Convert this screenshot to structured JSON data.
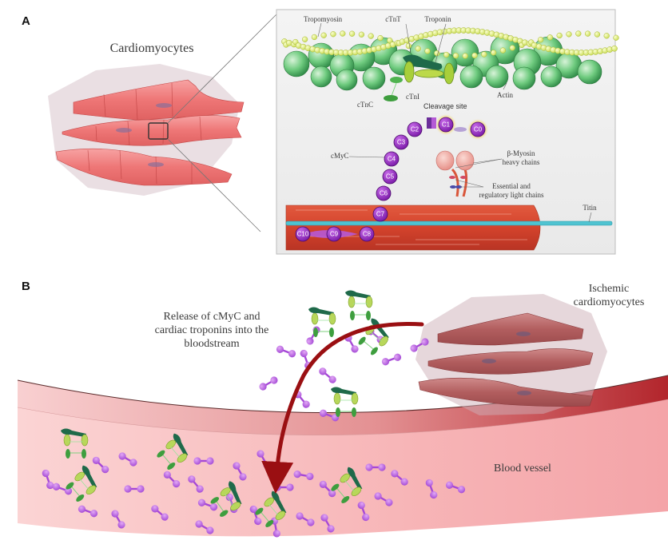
{
  "panel_a": {
    "letter": "A",
    "cell_title": "Cardiomyocytes",
    "labels": {
      "tropomyosin": "Tropomyosin",
      "ctnt": "cTnT",
      "troponin": "Troponin",
      "ctni": "cTnI",
      "ctnc": "cTnC",
      "actin": "Actin",
      "cleavage_site": "Cleavage site",
      "cmyc": "cMyC",
      "myosin_heavy": [
        "β-Myosin",
        "heavy chains"
      ],
      "light_chains": [
        "Essential and",
        "regulatory light chains"
      ],
      "titin": "Titin"
    },
    "mybpc_domains": [
      "C0",
      "C1",
      "C2",
      "C3",
      "C4",
      "C5",
      "C6",
      "C7",
      "C8",
      "C9",
      "C10"
    ],
    "colors": {
      "actin": "#5fbf72",
      "tropomyosin": "#e6f58a",
      "troponin_dark": "#1f6a4a",
      "troponin_light": "#a8cf3a",
      "mybpc": "#9b2fc9",
      "thick_filament": "#d9482f",
      "titin": "#4fc3d1",
      "myosin_head": "#f2a9a0"
    }
  },
  "panel_b": {
    "letter": "B",
    "release_text": [
      "Release of cMyC and",
      "cardiac troponins into the",
      "bloodstream"
    ],
    "ischemic_title": [
      "Ischemic",
      "cardiomyocytes"
    ],
    "vessel_label": "Blood vessel",
    "colors": {
      "vessel": "#f7b6b8",
      "vessel_wall": "#b81e22",
      "arrow": "#9a0f12",
      "cmyc_fragment": "#b55be0",
      "ischemic_cell": "#b05a5c"
    }
  }
}
